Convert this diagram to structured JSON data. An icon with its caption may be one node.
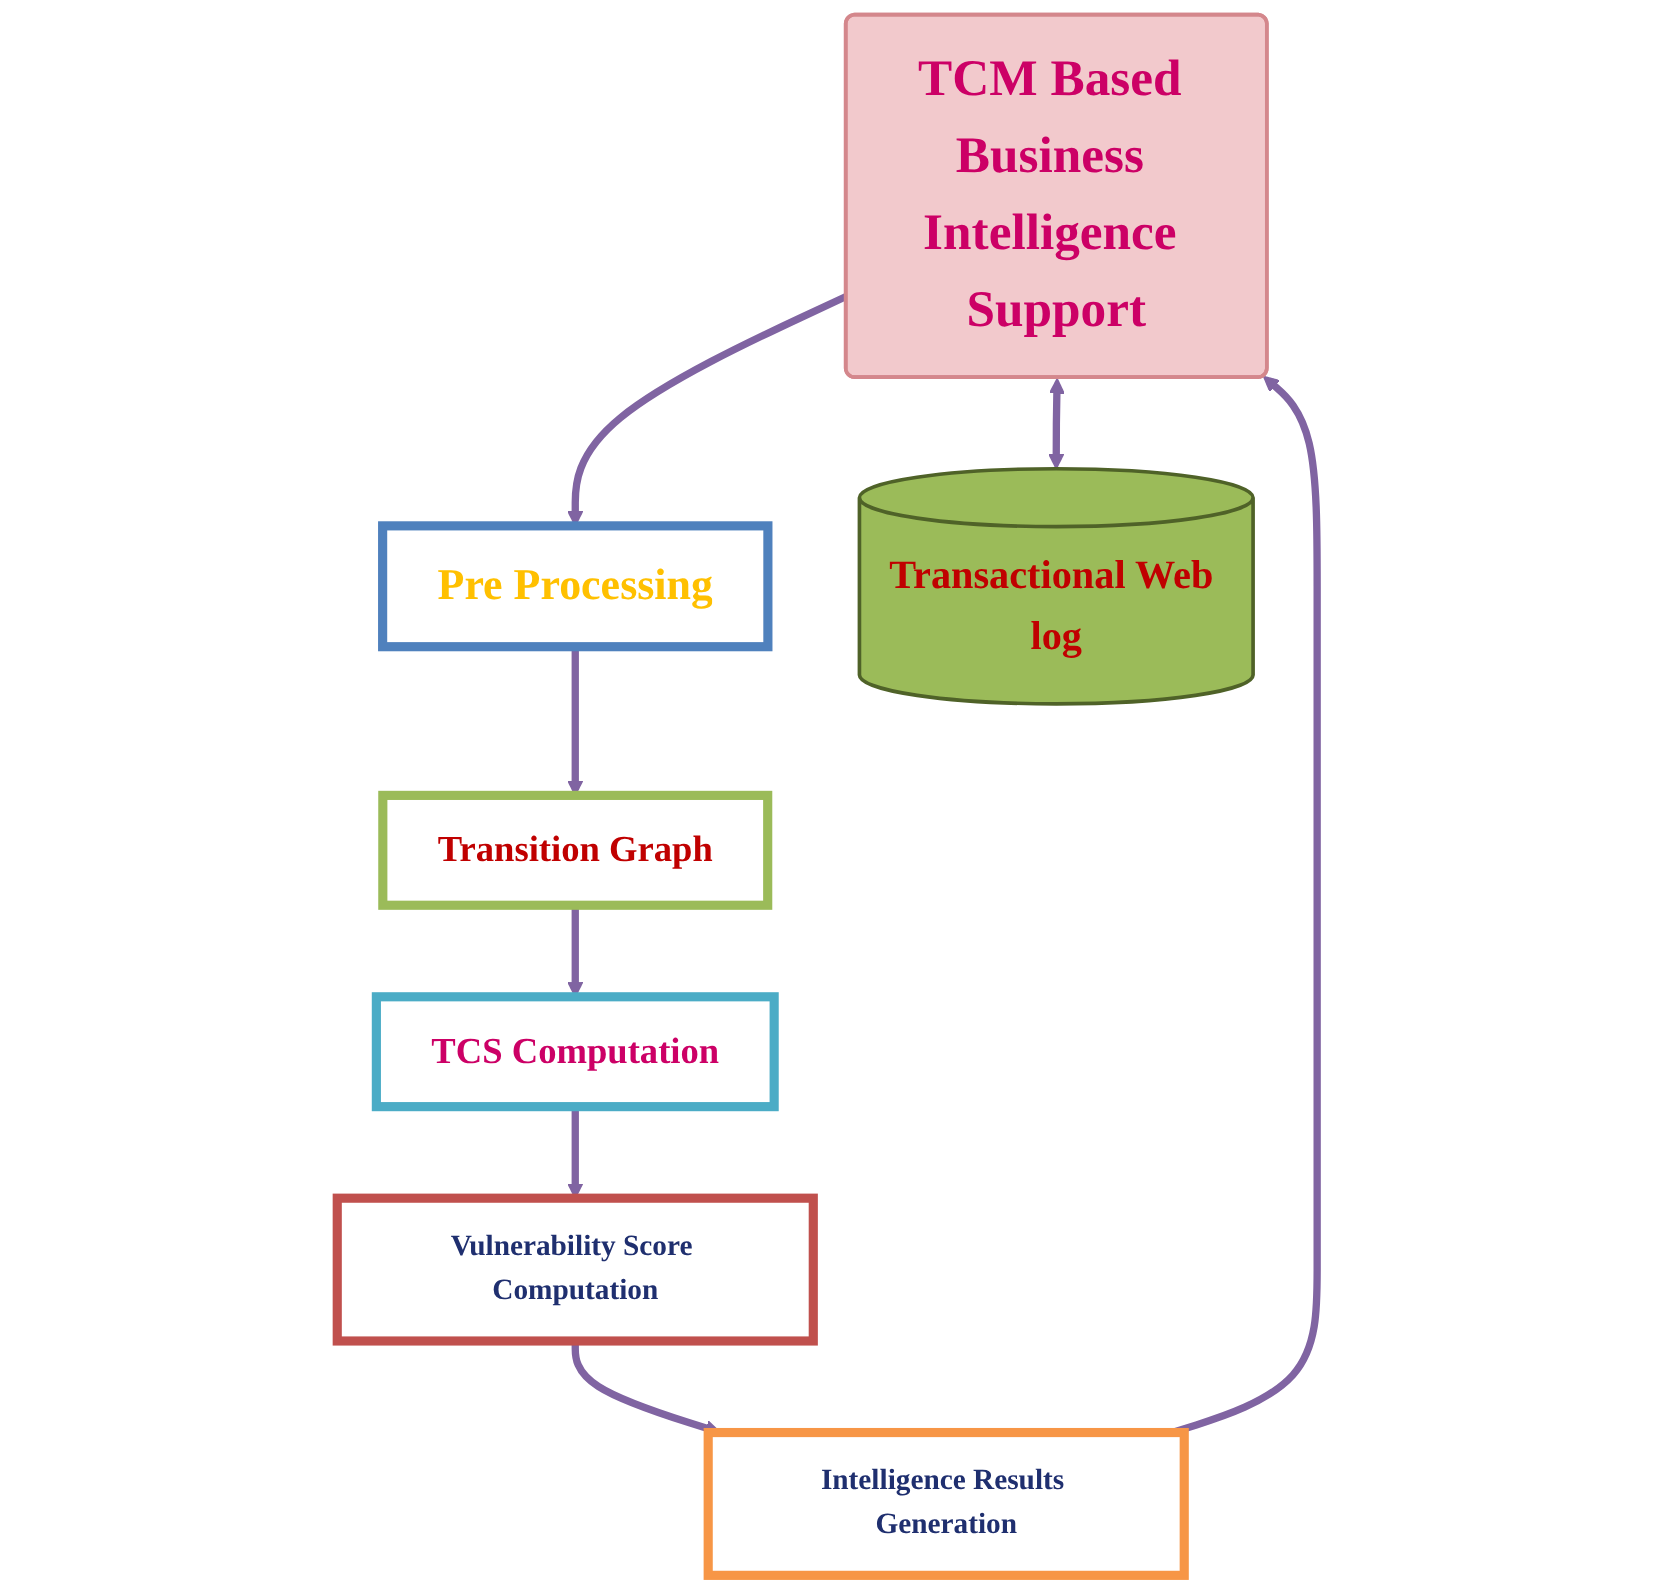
{
  "diagram": {
    "nodes": [
      {
        "text": [
          "TCM Based Business Intelligence Support"
        ]
      },
      {
        "text": [
          "Pre Processing"
        ]
      },
      {
        "text": [
          "Transition Graph"
        ]
      },
      {
        "text": [
          "TCS Computation"
        ]
      },
      {
        "text": [
          "Vulnerability Score Computation"
        ]
      },
      {
        "text": [
          "Intelligence Results Generation"
        ]
      },
      {
        "text": [
          "Transactional Web log"
        ]
      }
    ],
    "edges": [
      {
        "from": 0,
        "to": 1,
        "arrow": "to"
      },
      {
        "from": 1,
        "to": 2,
        "arrow": "to"
      },
      {
        "from": 2,
        "to": 3,
        "arrow": "to"
      },
      {
        "from": 3,
        "to": 4,
        "arrow": "to"
      },
      {
        "from": 4,
        "to": 5,
        "arrow": "to"
      },
      {
        "from": 5,
        "to": 0,
        "arrow": "to"
      },
      {
        "from": 0,
        "to": 6,
        "arrow": "both"
      }
    ]
  }
}
